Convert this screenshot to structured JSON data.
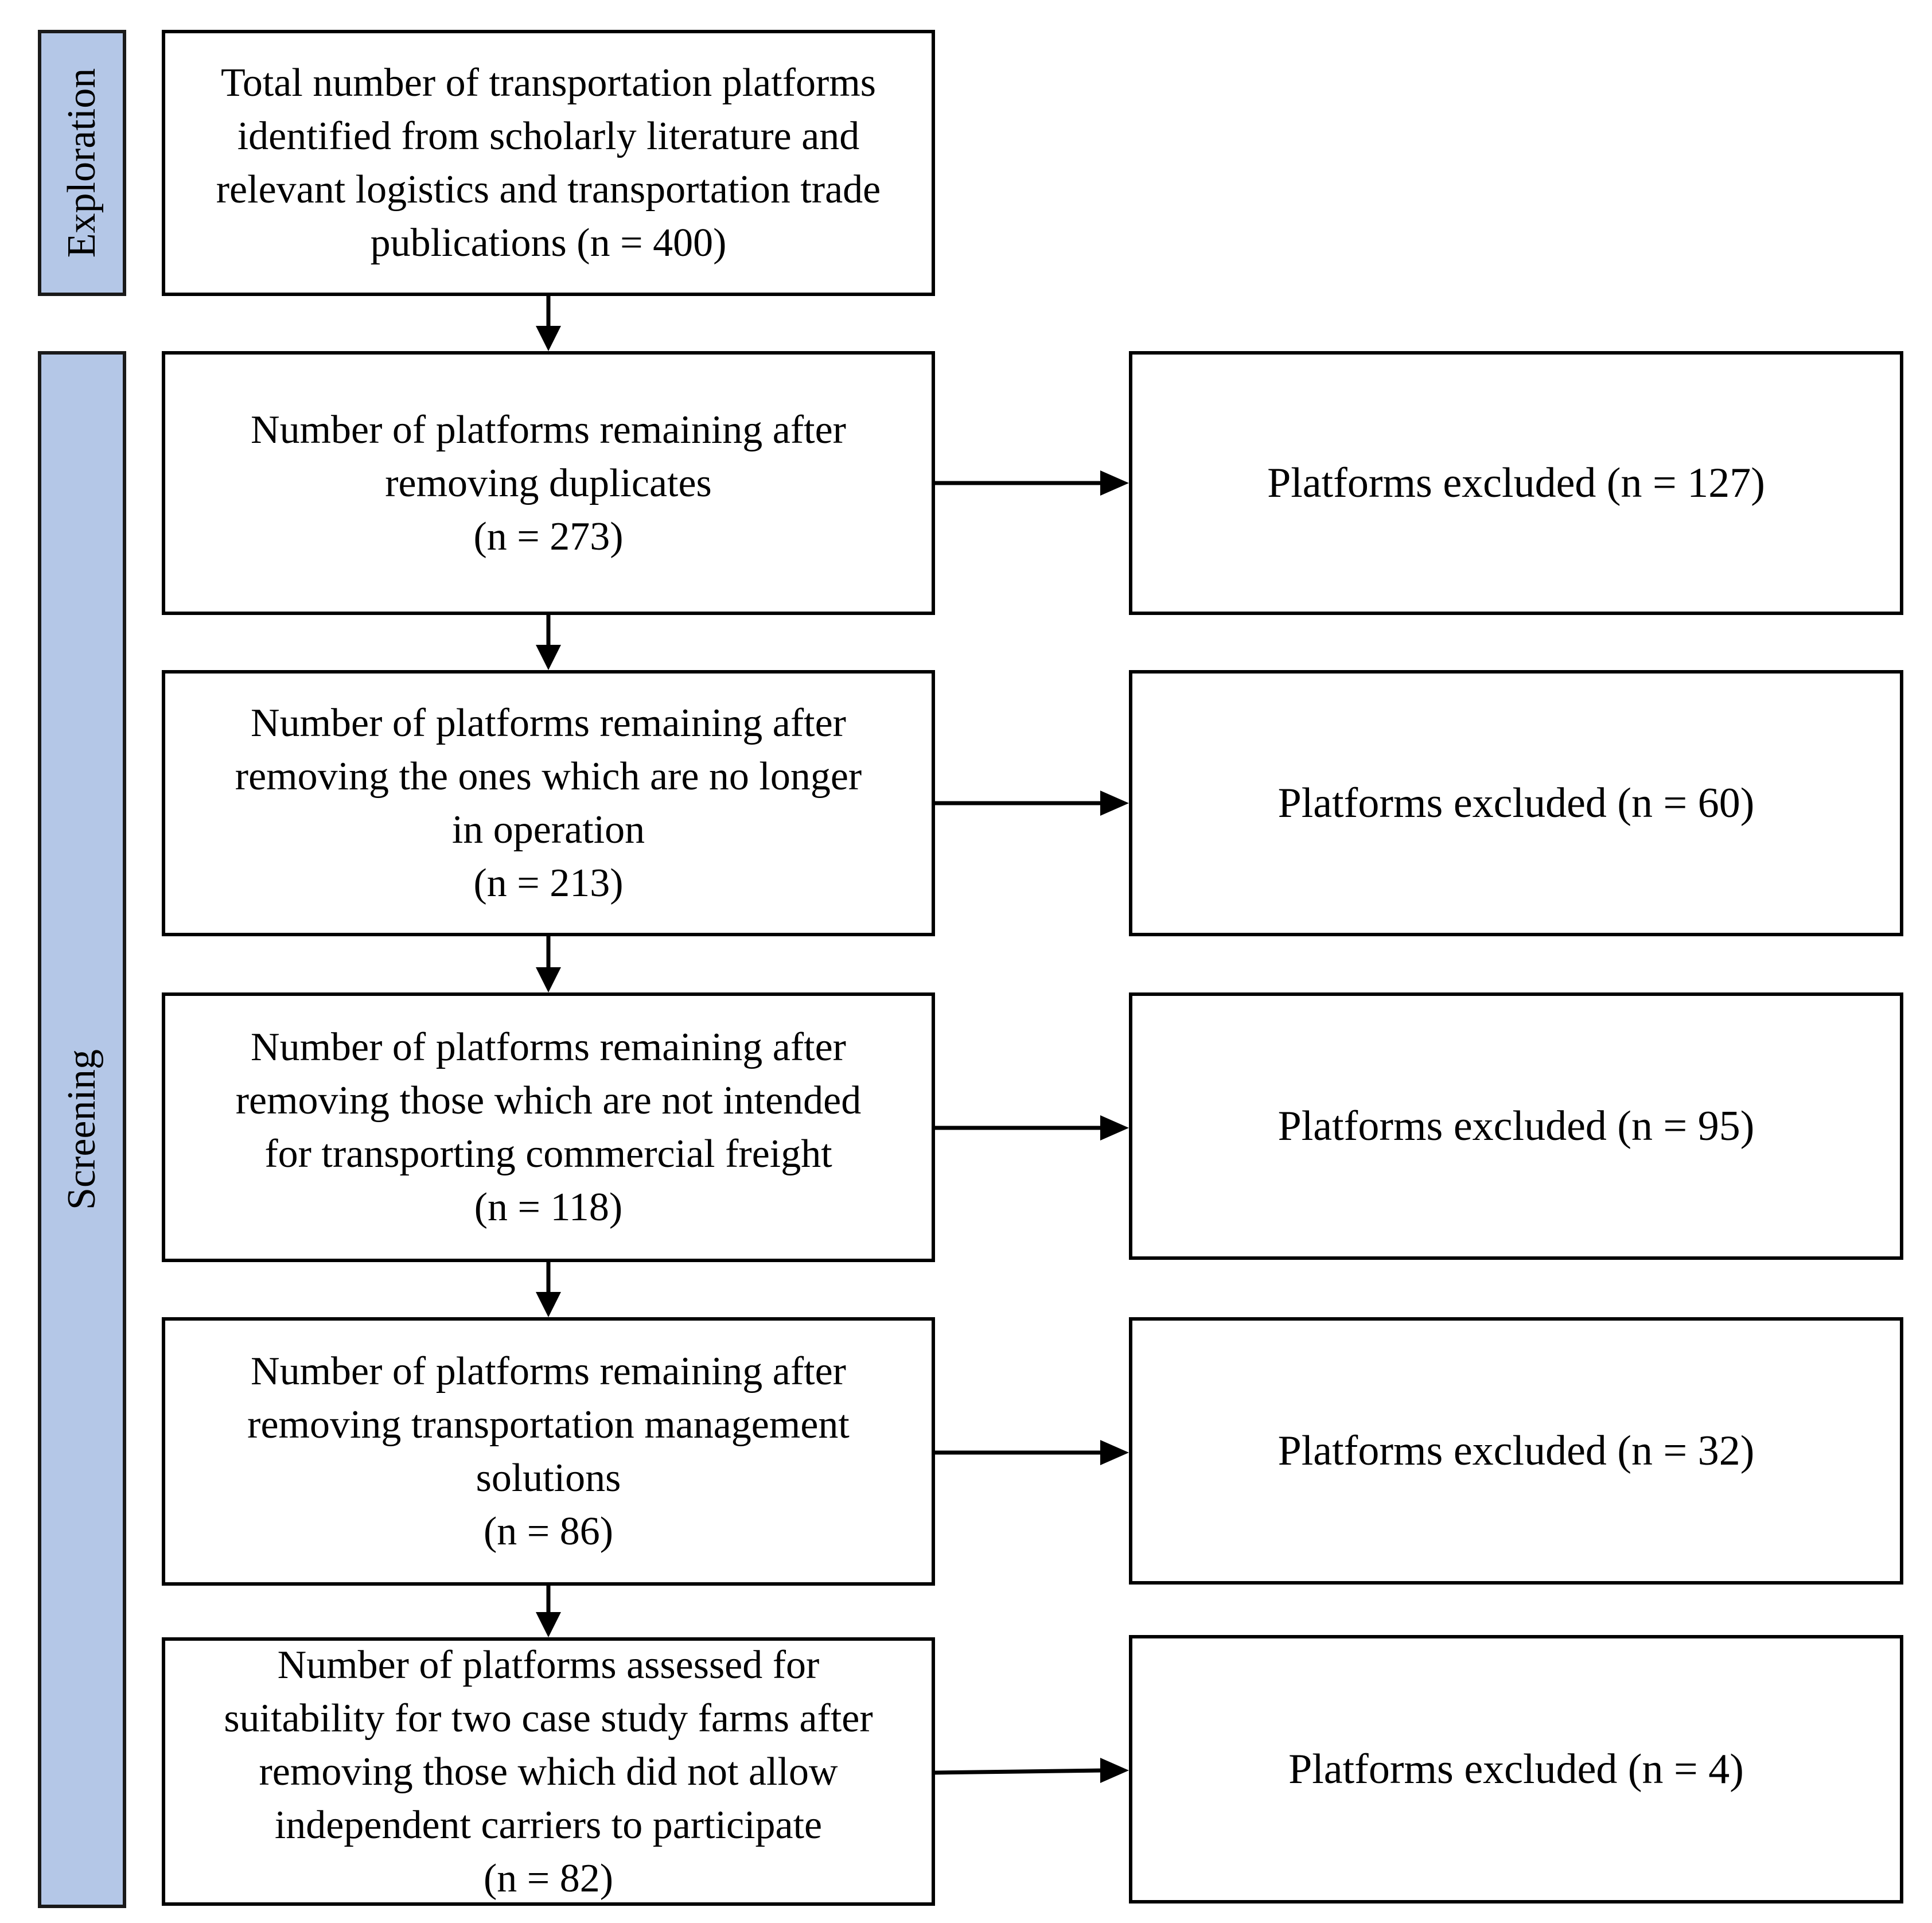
{
  "colors": {
    "stage_fill": "#b4c7e7",
    "border": "#000000",
    "background": "#ffffff"
  },
  "stages": {
    "exploration": "Exploration",
    "screening": "Screening"
  },
  "steps": [
    {
      "lines": [
        "Total number of transportation platforms",
        "identified from scholarly literature and",
        "relevant logistics and transportation trade",
        "publications (n = 400)"
      ]
    },
    {
      "lines": [
        "Number of platforms remaining after",
        "removing duplicates",
        "(n = 273)"
      ]
    },
    {
      "lines": [
        "Number of platforms remaining after",
        "removing the ones which are no longer",
        "in operation",
        "(n = 213)"
      ]
    },
    {
      "lines": [
        "Number of platforms remaining after",
        "removing those which are not intended",
        "for transporting commercial freight",
        "(n = 118)"
      ]
    },
    {
      "lines": [
        "Number of platforms remaining after",
        "removing transportation management",
        "solutions",
        "(n = 86)"
      ]
    },
    {
      "lines": [
        "Number of platforms assessed for",
        "suitability for two case study farms after",
        "removing those which did not allow",
        "independent carriers to participate",
        "(n = 82)"
      ]
    }
  ],
  "exclusions": [
    "Platforms excluded (n = 127)",
    "Platforms excluded (n = 60)",
    "Platforms excluded (n = 95)",
    "Platforms excluded (n = 32)",
    "Platforms excluded (n = 4)"
  ]
}
